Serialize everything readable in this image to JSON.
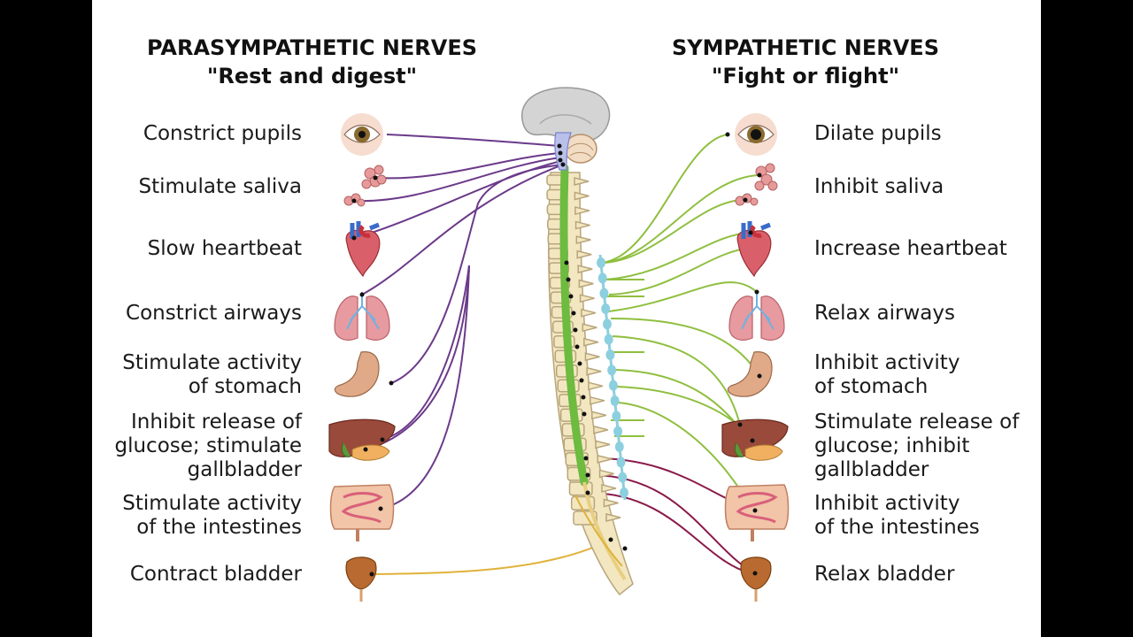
{
  "left": {
    "title": "PARASYMPATHETIC NERVES",
    "subtitle": "\"Rest and digest\"",
    "line_color": "#6b3a8a",
    "labels": [
      "Constrict pupils",
      "Stimulate saliva",
      "Slow heartbeat",
      "Constrict airways",
      "Stimulate activity\nof stomach",
      "Inhibit release of\nglucose; stimulate\ngallbladder",
      "Stimulate activity\nof the intestines",
      "Contract bladder"
    ]
  },
  "right": {
    "title": "SYMPATHETIC NERVES",
    "subtitle": "\"Fight or flight\"",
    "line_color": "#8fbf3f",
    "labels": [
      "Dilate pupils",
      "Inhibit saliva",
      "Increase heartbeat",
      "Relax airways",
      "Inhibit activity\nof stomach",
      "Stimulate release of\nglucose; inhibit\ngallbladder",
      "Inhibit activity\nof the intestines",
      "Relax bladder"
    ]
  },
  "colors": {
    "sacral_nerve": "#e0b23a",
    "sympathetic_lower": "#8a1a4a",
    "ganglion_chain": "#8ccfdf",
    "spinal_cord": "#6dbb3f",
    "bone": "#f3e7c2",
    "brain": "#cfcfcf"
  },
  "icons": [
    "eye-icon",
    "salivary-gland-icon",
    "heart-icon",
    "lungs-icon",
    "stomach-icon",
    "liver-icon",
    "intestines-icon",
    "bladder-icon"
  ]
}
